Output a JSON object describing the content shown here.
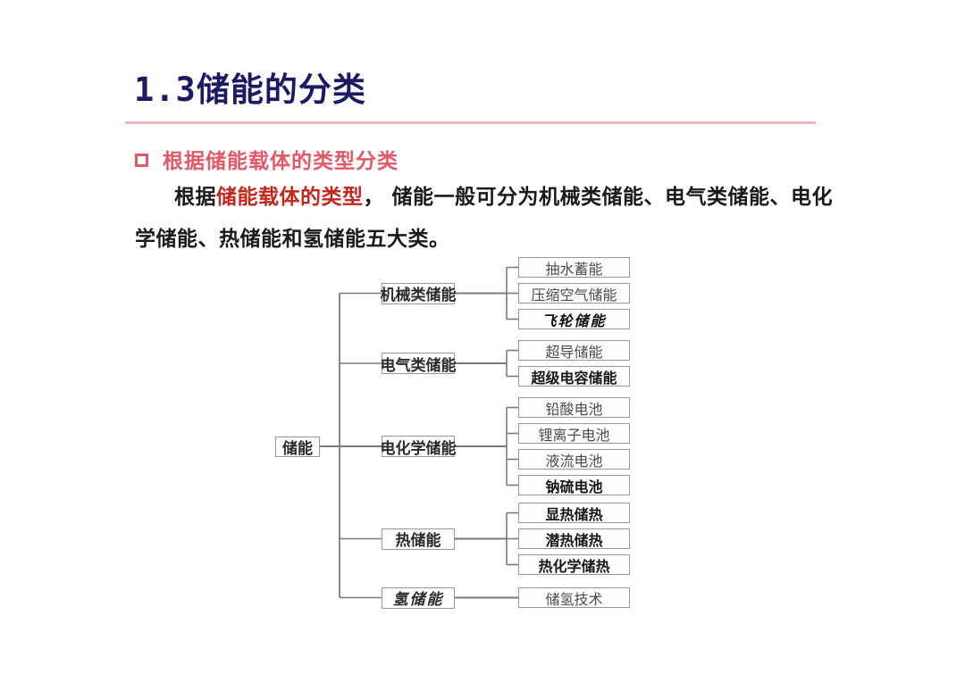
{
  "slide": {
    "title": "1.3储能的分类",
    "section_heading": "根据储能载体的类型分类",
    "intro_line1_segments": [
      {
        "text": "根据",
        "red": false
      },
      {
        "text": "储能载体的类型",
        "red": true
      },
      {
        "text": "， 储能一般可分为机械类储能、电气类储能、电化",
        "red": false
      }
    ],
    "intro_line2": "学储能、热储能和氢储能五大类。"
  },
  "colors": {
    "title-navy": "#1b1a62",
    "heading-pink": "#e25a68",
    "body-red": "#c2281e",
    "divider-pink": "#eabcbc",
    "box-border": "#979797",
    "connector-gray": "#7a7a7a",
    "text-dark": "#1a1a1a"
  },
  "tree": {
    "root": "储能",
    "categories": [
      {
        "label": "机械类储能",
        "style": "normal",
        "children": [
          {
            "label": "抽水蓄能",
            "style": "light"
          },
          {
            "label": "压缩空气储能",
            "style": "light"
          },
          {
            "label": "飞轮储能",
            "style": "script"
          }
        ]
      },
      {
        "label": "电气类储能",
        "style": "normal",
        "children": [
          {
            "label": "超导储能",
            "style": "light"
          },
          {
            "label": "超级电容储能",
            "style": "bold"
          }
        ]
      },
      {
        "label": "电化学储能",
        "style": "normal",
        "children": [
          {
            "label": "铅酸电池",
            "style": "light"
          },
          {
            "label": "锂离子电池",
            "style": "light"
          },
          {
            "label": "液流电池",
            "style": "light"
          },
          {
            "label": "钠硫电池",
            "style": "bold"
          }
        ]
      },
      {
        "label": "热储能",
        "style": "normal",
        "children": [
          {
            "label": "显热储热",
            "style": "bold"
          },
          {
            "label": "潜热储热",
            "style": "bold"
          },
          {
            "label": "热化学储热",
            "style": "bold"
          }
        ]
      },
      {
        "label": "氢储能",
        "style": "script",
        "children": [
          {
            "label": "储氢技术",
            "style": "light"
          }
        ]
      }
    ]
  }
}
